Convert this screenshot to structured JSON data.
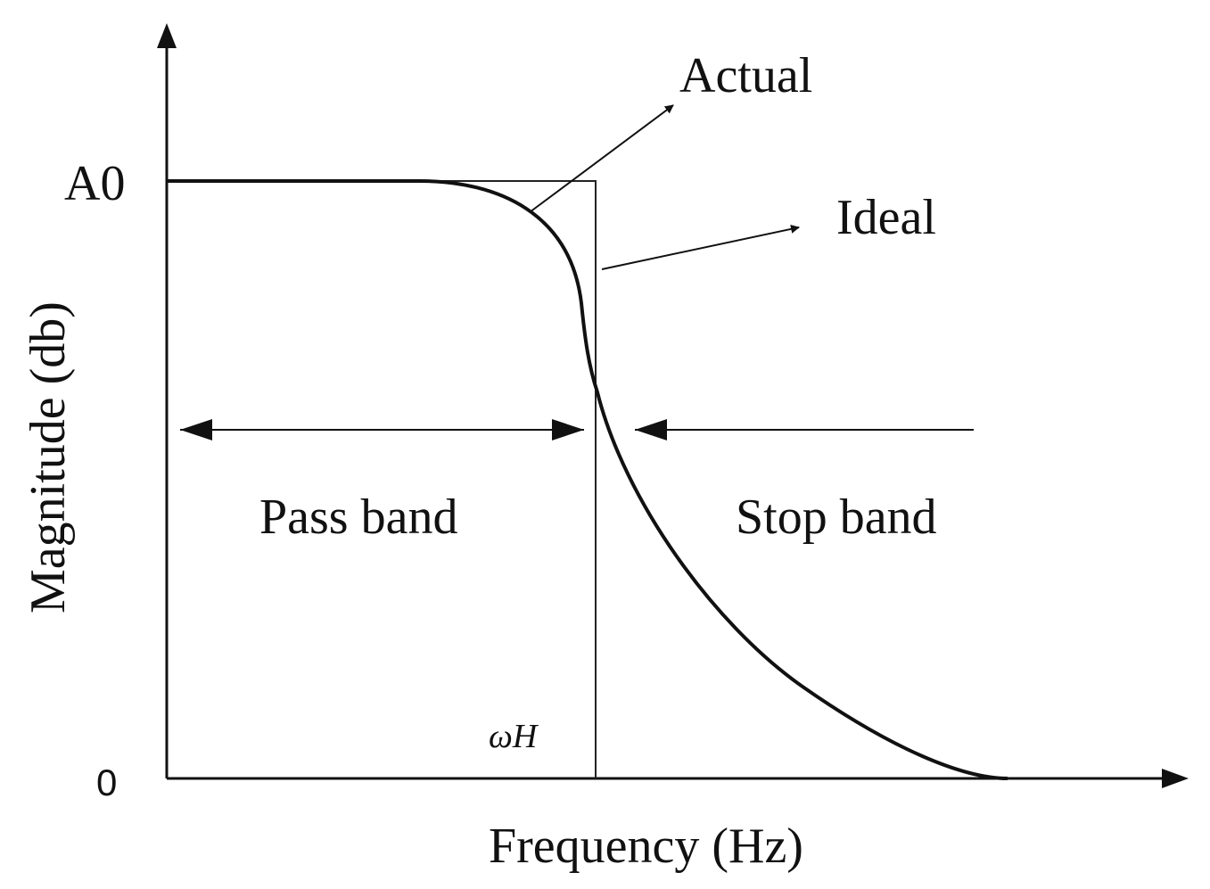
{
  "figure": {
    "y_axis_label": "Magnitude (db)",
    "x_axis_label": "Frequency (Hz)",
    "y_tick_top": "A0",
    "y_tick_bottom": "0",
    "cutoff_label": "ωH",
    "label_actual": "Actual",
    "label_ideal": "Ideal",
    "label_pass_band": "Pass band",
    "label_stop_band": "Stop band"
  },
  "colors": {
    "stroke": "#111111",
    "background": "#ffffff"
  }
}
